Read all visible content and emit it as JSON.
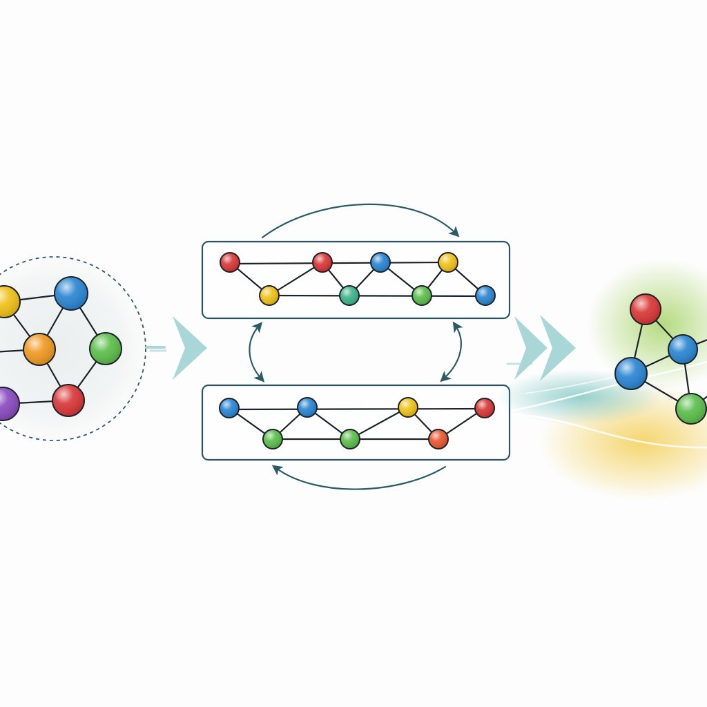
{
  "colors": {
    "red": "#d93838",
    "blue": "#2b86d2",
    "yellow": "#f0c21a",
    "green": "#5cbe4c",
    "teal": "#3fb48a",
    "orange": "#ef9a22",
    "purple": "#8a4bc0",
    "orange_red": "#e85a30",
    "arrow_fill": "#a9d7d8",
    "frame_stroke": "#2f5660",
    "edge": "#1c2228"
  },
  "input_graph": {
    "nodes": [
      {
        "id": "a",
        "color": "yellow"
      },
      {
        "id": "b",
        "color": "blue"
      },
      {
        "id": "c",
        "color": "orange"
      },
      {
        "id": "d",
        "color": "green"
      },
      {
        "id": "e",
        "color": "purple"
      },
      {
        "id": "f",
        "color": "red"
      }
    ],
    "edges": [
      [
        "a",
        "b"
      ],
      [
        "a",
        "c"
      ],
      [
        "b",
        "c"
      ],
      [
        "b",
        "d"
      ],
      [
        "c",
        "f"
      ],
      [
        "d",
        "f"
      ],
      [
        "e",
        "f"
      ]
    ]
  },
  "chain_top": {
    "nodes": [
      {
        "id": "t1",
        "color": "red"
      },
      {
        "id": "t2",
        "color": "yellow"
      },
      {
        "id": "t3",
        "color": "red"
      },
      {
        "id": "t4",
        "color": "teal"
      },
      {
        "id": "t5",
        "color": "blue"
      },
      {
        "id": "t6",
        "color": "green"
      },
      {
        "id": "t7",
        "color": "yellow"
      },
      {
        "id": "t8",
        "color": "blue"
      }
    ]
  },
  "chain_bottom": {
    "nodes": [
      {
        "id": "u1",
        "color": "blue"
      },
      {
        "id": "u2",
        "color": "green"
      },
      {
        "id": "u3",
        "color": "blue"
      },
      {
        "id": "u4",
        "color": "green"
      },
      {
        "id": "u5",
        "color": "yellow"
      },
      {
        "id": "u6",
        "color": "orange_red"
      },
      {
        "id": "u7",
        "color": "red"
      }
    ]
  },
  "output_graph": {
    "nodes": [
      {
        "id": "o1",
        "color": "red"
      },
      {
        "id": "o2",
        "color": "blue"
      },
      {
        "id": "o3",
        "color": "blue"
      },
      {
        "id": "o4",
        "color": "green"
      }
    ]
  }
}
